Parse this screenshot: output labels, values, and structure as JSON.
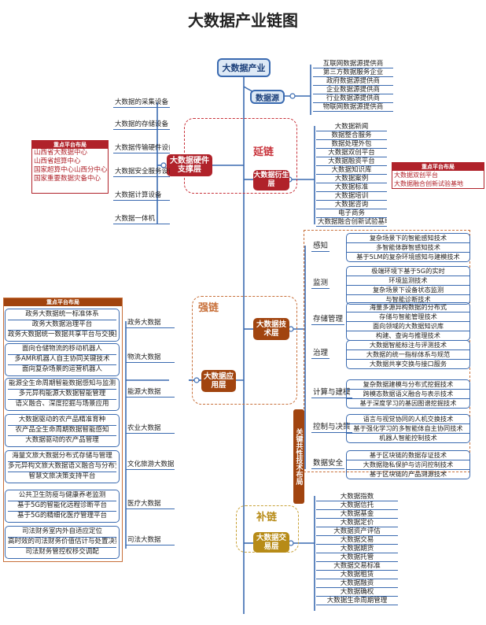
{
  "title": "大数据产业链图",
  "root": "大数据产业",
  "data_source": {
    "label": "数据源",
    "items": [
      "互联网数据源提供商",
      "第三方数据服务企业",
      "政府数据源提供商",
      "企业数据源提供商",
      "行业数据源提供商",
      "物联网数据源提供商"
    ]
  },
  "chains": {
    "extend": "延链",
    "strong": "强链",
    "supplement": "补链"
  },
  "hardware": {
    "label": "大数据硬件支撑层",
    "items": [
      "大数据的采集设备",
      "大数据的存储设备",
      "大数据传输硬件设备",
      "大数据安全服务设备",
      "大数据计算设备",
      "大数据一体机"
    ]
  },
  "hw_panel": {
    "header": "重点平台布局",
    "items": [
      "山西省大数据中心",
      "山西省超算中心",
      "国家超算中心山西分中心",
      "国家重要数据灾备中心"
    ]
  },
  "derivative": {
    "label": "大数据衍生层",
    "items": [
      "大数据新闻",
      "数据整合服务",
      "数据处理外包",
      "大数据双创平台",
      "大数据融资平台",
      "大数据知识库",
      "大数据案例",
      "大数据标准",
      "大数据培训",
      "大数据咨询",
      "电子商务",
      "大数据融合创新试验基地"
    ]
  },
  "der_panel": {
    "header": "重点平台布局",
    "items": [
      "大数据双创平台",
      "大数据融合创新试验基地"
    ]
  },
  "application": {
    "label": "大数据应用层",
    "panel_header": "重点平台布局",
    "groups": [
      {
        "label": "政务大数据",
        "items": [
          "政务大数据统一标准体系",
          "政务大数据治理平台",
          "政务大数据统一数据共享平台与交换接口"
        ]
      },
      {
        "label": "物流大数据",
        "items": [
          "面向仓储物流的移动机器人",
          "多AMR机器人自主协同关键技术",
          "面向复杂场景的运营机器人"
        ]
      },
      {
        "label": "能源大数据",
        "items": [
          "能源全生命周期智能数据感知与监测",
          "多元异构能源大数据智能管理",
          "语义融合、深度挖掘与场景应用"
        ]
      },
      {
        "label": "农业大数据",
        "items": [
          "大数据驱动的农产品精准育种",
          "农产品全生命周期数据智能感知",
          "大数据驱动的农产品管理"
        ]
      },
      {
        "label": "文化旅游大数据",
        "items": [
          "海量文旅大数据分布式存储与管理",
          "多元异构文旅大数据语义融合与分布式挖掘",
          "智慧文旅决策支持平台"
        ]
      },
      {
        "label": "医疗大数据",
        "items": [
          "公共卫生防疫与健康养老监测",
          "基于5G的智能化远程诊断平台",
          "基于5G的精细化医疗管理平台"
        ]
      },
      {
        "label": "司法大数据",
        "items": [
          "司法财务室内外自适应定位",
          "高时效的司法财务价值估计与处置决策",
          "司法财务管控权移交调配"
        ]
      }
    ]
  },
  "technology": {
    "label": "大数据技术层",
    "vertical_label": "关键共性技术布局",
    "groups": [
      {
        "label": "感知",
        "items": [
          "复杂场景下的智能感知技术",
          "多智能体群智感知技术",
          "基于5LM的复杂环境感知与建模技术"
        ]
      },
      {
        "label": "监测",
        "items": [
          "极端环境下基于5G的实时",
          "环境监测技术",
          "复杂场景下设备状态监测",
          "与智能诊断技术"
        ]
      },
      {
        "label": "存储管理",
        "items": [
          "海量多源异构数据的分布式",
          "存储与智能管理技术",
          "面向领域的大数据知识库",
          "构建、查询与推理技术"
        ]
      },
      {
        "label": "治理",
        "items": [
          "大数据智能标注与评测技术",
          "大数据的统一指标体系与规范",
          "大数据共享交换与接口服务"
        ]
      },
      {
        "label": "计算与建模",
        "items": [
          "复杂数据建模与分布式挖掘技术",
          "跨模态数据语义融合与表示技术",
          "基于深度学习的基因图谱挖掘技术"
        ]
      },
      {
        "label": "控制与决策",
        "items": [
          "语言与视觉协同的人机交换技术",
          "基于强化学习的多智能体自主协同技术",
          "机器人智能控制技术"
        ]
      },
      {
        "label": "数据安全",
        "items": [
          "基于区块链的数据存证技术",
          "大数据隐私保护与访问控制技术",
          "基于区块链的产品溯源技术"
        ]
      }
    ]
  },
  "exchange": {
    "label": "大数据交易层",
    "items": [
      "大数据指数",
      "大数据信托",
      "大数据基金",
      "大数据定价",
      "大数据资产评估",
      "大数据交易",
      "大数据期货",
      "大数据托管",
      "大数据交易标准",
      "大数据租赁",
      "大数据融资",
      "大数据确权",
      "大数据生命周期管理"
    ]
  }
}
